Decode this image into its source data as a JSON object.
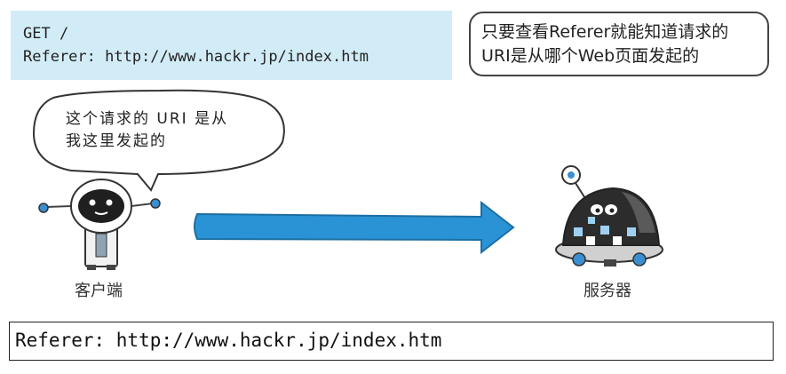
{
  "request": {
    "line1": "GET /",
    "line2": "Referer: http://www.hackr.jp/index.htm"
  },
  "note": {
    "line1": "只要查看Referer就能知道请求的",
    "line2": "URI是从哪个Web页面发起的"
  },
  "bubble": {
    "line1": "这个请求的 URI 是从",
    "line2": "我这里发起的"
  },
  "client_label": "客户端",
  "server_label": "服务器",
  "code": "Referer: http://www.hackr.jp/index.htm",
  "colors": {
    "request_bg": "#d2ecf7",
    "arrow": "#2a93d5",
    "robot_dark": "#1f1f1f",
    "robot_accent": "#3a8fd0"
  }
}
